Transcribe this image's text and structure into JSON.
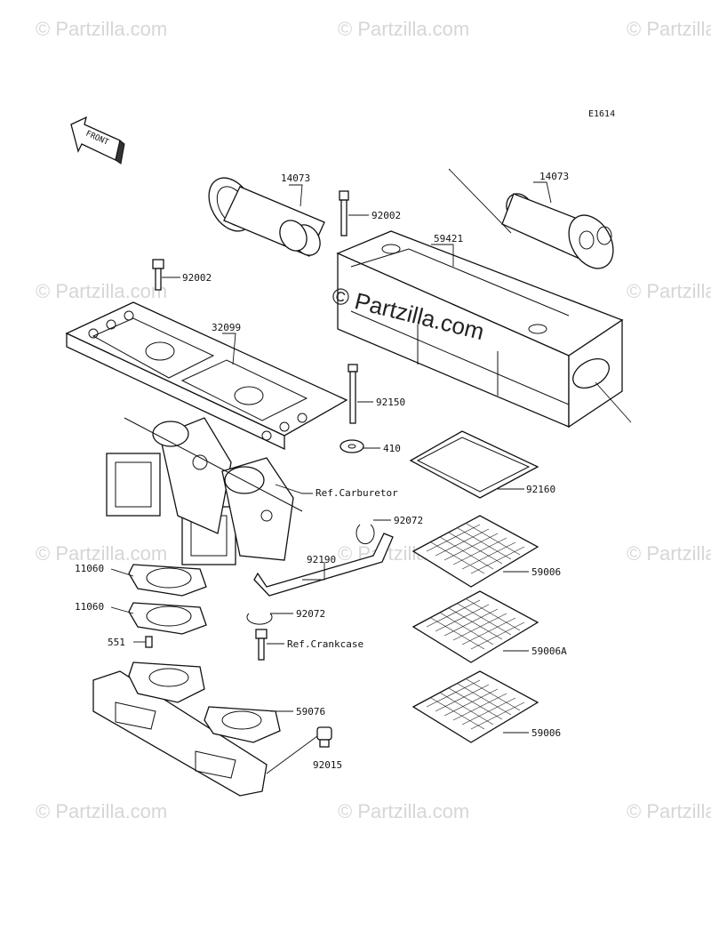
{
  "diagram_code": "E1614",
  "front_label": "FRONT",
  "watermark": "© Partzilla.com",
  "watermark_center": "© Partzilla.com",
  "callouts": {
    "c14073a": "14073",
    "c14073b": "14073",
    "c92002a": "92002",
    "c59421": "59421",
    "c92002b": "92002",
    "c32099": "32099",
    "c92150": "92150",
    "c410": "410",
    "c92160": "92160",
    "cRefCarb": "Ref.Carburetor",
    "c92072a": "92072",
    "c59006a": "59006",
    "c11060a": "11060",
    "c92190": "92190",
    "c11060b": "11060",
    "c92072b": "92072",
    "c551": "551",
    "cRefCrank": "Ref.Crankcase",
    "c59006A": "59006A",
    "c59076": "59076",
    "c59006b": "59006",
    "c92015": "92015"
  }
}
